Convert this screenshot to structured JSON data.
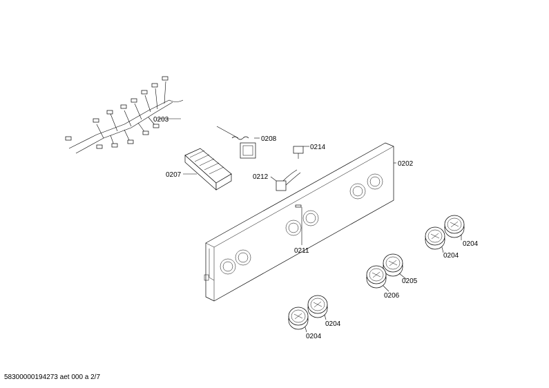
{
  "parts": {
    "wiring_harness": "0203",
    "thermostat": "0208",
    "switch_small": "0214",
    "terminal_block": "0207",
    "micro_switch": "0212",
    "control_panel": "0202",
    "indicator": "0211",
    "knob_a1": "0204",
    "knob_a2": "0204",
    "knob_b": "0205",
    "knob_c": "0206",
    "knob_d1": "0204",
    "knob_d2": "0204"
  },
  "footer": "58300000194273 aet 000 a 2/7"
}
